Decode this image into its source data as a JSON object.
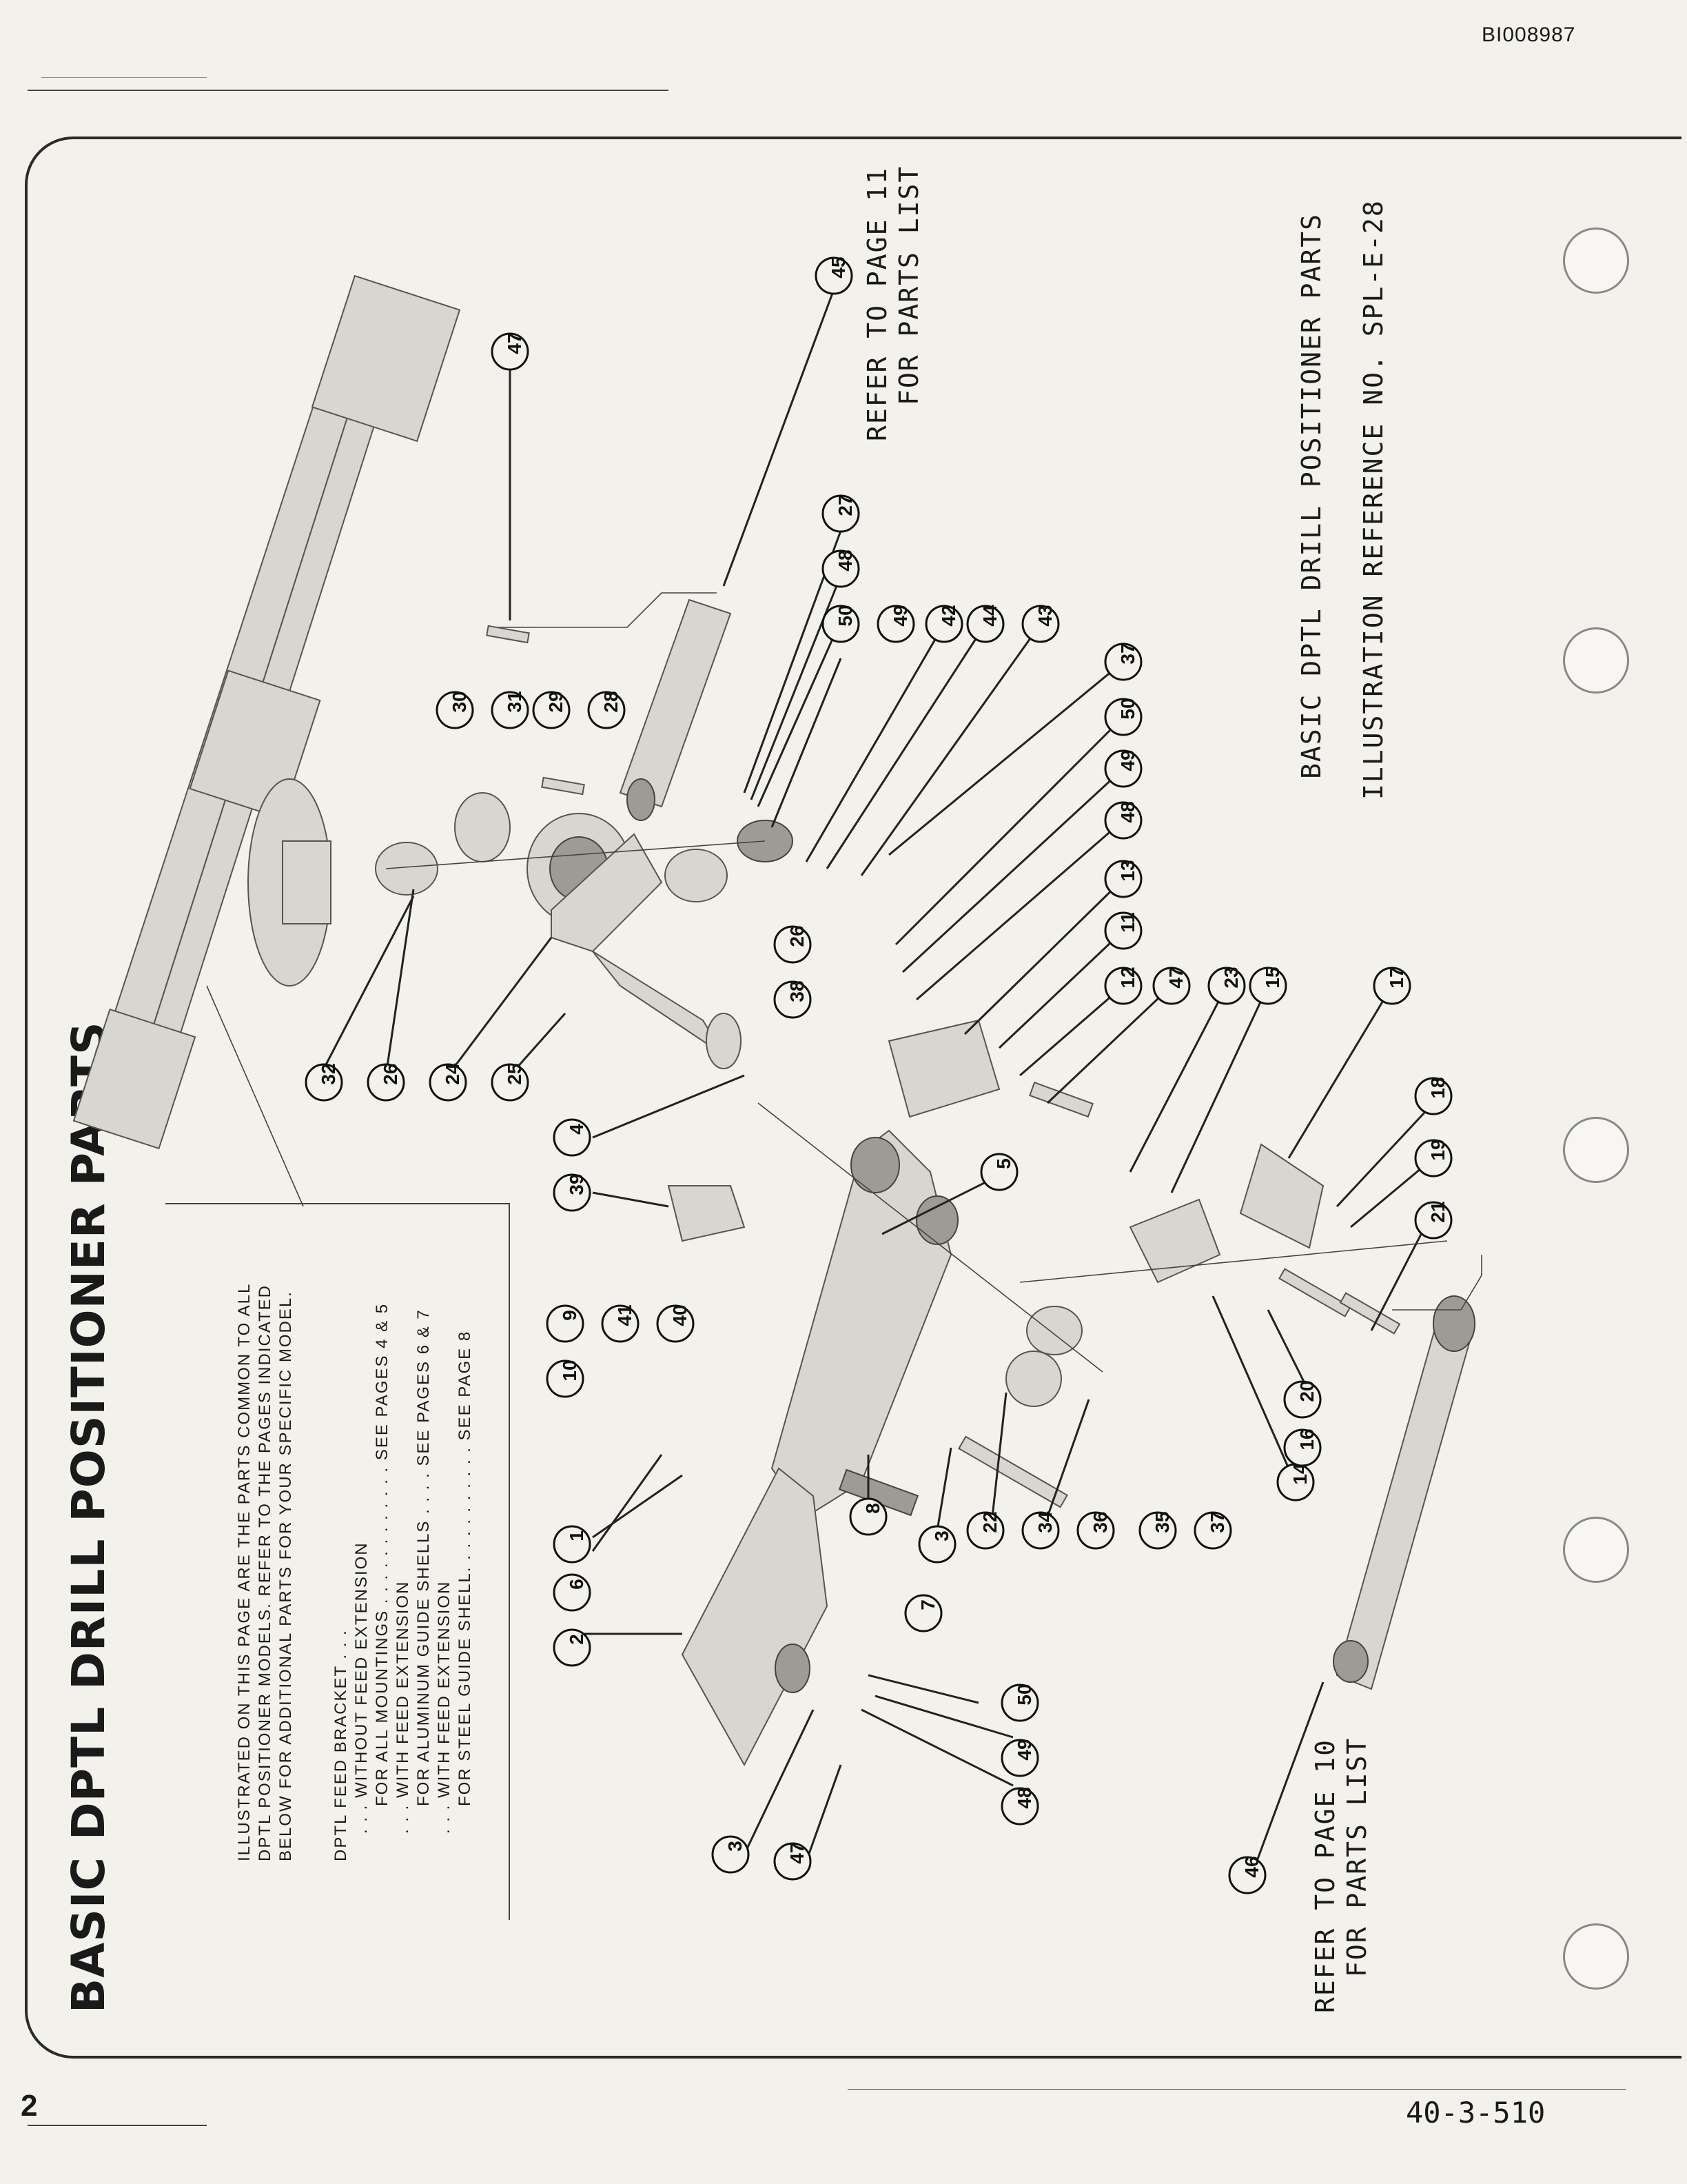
{
  "document_id": "BI008987",
  "page_number": "2",
  "form_number": "40-3-510",
  "title": "BASIC DPTL DRILL POSITIONER PARTS",
  "intro": "ILLUSTRATED ON THIS PAGE ARE THE PARTS COMMON TO ALL DPTL POSITIONER MODELS. REFER TO THE PAGES INDICATED BELOW FOR ADDITIONAL PARTS FOR YOUR SPECIFIC MODEL.",
  "feed_bracket": {
    "heading": "DPTL FEED BRACKET . . .",
    "lines": [
      ". . . WITHOUT FEED EXTENSION",
      "FOR ALL MOUNTINGS . . . . . . . . . . . . SEE PAGES 4 & 5",
      ". . . WITH FEED EXTENSION",
      "FOR ALUMINUM GUIDE SHELLS . . . . SEE PAGES 6 & 7",
      ". . . WITH FEED EXTENSION",
      "FOR STEEL GUIDE SHELL. . . . . . . . . . . SEE PAGE 8"
    ]
  },
  "refer_page_11": [
    "REFER TO PAGE 11",
    "FOR PARTS LIST"
  ],
  "refer_page_10": [
    "REFER TO PAGE 10",
    "FOR PARTS LIST"
  ],
  "illustration_title": "BASIC DPTL DRILL POSITIONER PARTS",
  "illustration_reference": "ILLUSTRATION REFERENCE NO. SPL-E-28",
  "callouts": [
    "47",
    "45",
    "27",
    "48",
    "50",
    "49",
    "42",
    "44",
    "43",
    "37",
    "50",
    "49",
    "48",
    "13",
    "11",
    "12",
    "47",
    "23",
    "15",
    "17",
    "18",
    "19",
    "21",
    "30",
    "31",
    "29",
    "28",
    "32",
    "26",
    "24",
    "25",
    "38",
    "26",
    "4",
    "39",
    "5",
    "41",
    "40",
    "9",
    "10",
    "1",
    "6",
    "2",
    "8",
    "7",
    "3",
    "22",
    "34",
    "36",
    "35",
    "37",
    "14",
    "16",
    "20",
    "50",
    "49",
    "48",
    "3",
    "47",
    "46"
  ]
}
